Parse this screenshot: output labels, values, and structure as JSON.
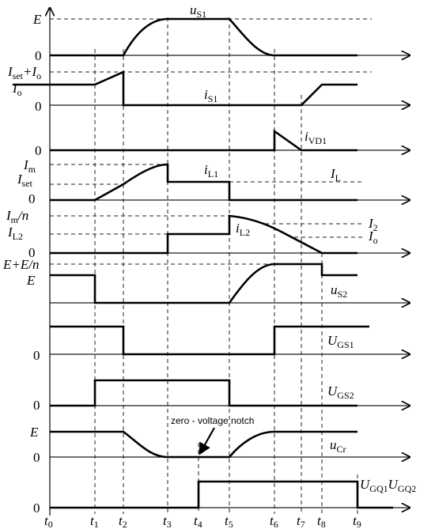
{
  "time_labels": [
    {
      "base": "t",
      "sub": "0"
    },
    {
      "base": "t",
      "sub": "1"
    },
    {
      "base": "t",
      "sub": "2"
    },
    {
      "base": "t",
      "sub": "3"
    },
    {
      "base": "t",
      "sub": "4"
    },
    {
      "base": "t",
      "sub": "5"
    },
    {
      "base": "t",
      "sub": "6"
    },
    {
      "base": "t",
      "sub": "7"
    },
    {
      "base": "t",
      "sub": "8"
    },
    {
      "base": "t",
      "sub": "9"
    }
  ],
  "panel_us1": {
    "level_E": "E",
    "zero": "0",
    "signal": {
      "base": "u",
      "sub": "S1"
    }
  },
  "panel_is1": {
    "level_top": {
      "base": "I",
      "sub1": "set",
      "mid": "+I",
      "sub2": "o"
    },
    "level_io": {
      "base": "I",
      "sub": "o"
    },
    "zero": "0",
    "signal": {
      "base": "i",
      "sub": "S1"
    }
  },
  "panel_ivd1": {
    "zero": "0",
    "signal": {
      "base": "i",
      "sub": "VD1"
    }
  },
  "panel_il1": {
    "level_im": {
      "base": "I",
      "sub": "m"
    },
    "level_iset": {
      "base": "I",
      "sub": "set"
    },
    "zero": "0",
    "signal": {
      "base": "i",
      "sub": "L1"
    },
    "level_il": {
      "base": "I",
      "sub": "L"
    }
  },
  "panel_il2": {
    "level_im_n": {
      "base": "I",
      "sub": "m",
      "tail": "/n"
    },
    "level_il2": {
      "base": "I",
      "sub": "L2"
    },
    "zero": "0",
    "signal": {
      "base": "i",
      "sub": "L2"
    },
    "level_i2": {
      "base": "I",
      "sub": "2"
    },
    "level_io": {
      "base": "I",
      "sub": "o"
    }
  },
  "panel_us2": {
    "level_top": "E+E/n",
    "level_E": "E",
    "signal": {
      "base": "u",
      "sub": "S2"
    }
  },
  "panel_ugs1": {
    "zero": "0",
    "signal": {
      "base": "U",
      "sub": "GS1"
    }
  },
  "panel_ugs2": {
    "zero": "0",
    "signal": {
      "base": "U",
      "sub": "GS2"
    }
  },
  "panel_ucr": {
    "level_E": "E",
    "zero": "0",
    "signal": {
      "base": "u",
      "sub": "Cr"
    },
    "annotation": "zero - voltage notch"
  },
  "panel_ugq": {
    "zero": "0",
    "signal": [
      {
        "base": "U",
        "sub": "GQ1"
      },
      {
        "base": "U",
        "sub": "GQ2"
      }
    ]
  },
  "colors": {
    "ink": "#000000",
    "background": "#ffffff"
  }
}
